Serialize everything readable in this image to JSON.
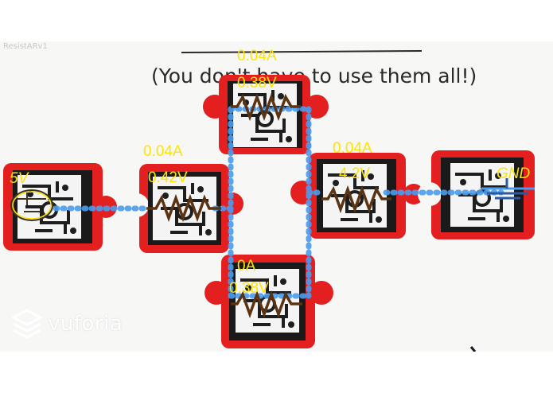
{
  "app": {
    "title": "ResistARv1"
  },
  "whiteboard": {
    "note": "(You don't have to use them all!)"
  },
  "components": {
    "battery": {
      "label": "5V"
    },
    "r_left": {
      "current": "0.04A",
      "voltage": "0.42V"
    },
    "r_top": {
      "current": "0.04A",
      "voltage": "0.38V"
    },
    "r_bottom": {
      "current": "0A",
      "voltage": "0.38V"
    },
    "r_right": {
      "current": "0.04A",
      "voltage": "4.2V"
    },
    "ground": {
      "label": "GND"
    }
  },
  "branding": {
    "logo": "vuforia"
  },
  "colors": {
    "label": "#ffe400",
    "wire": "#4a9cf0",
    "tile": "#e41f1f",
    "resistor": "#5a3312"
  }
}
